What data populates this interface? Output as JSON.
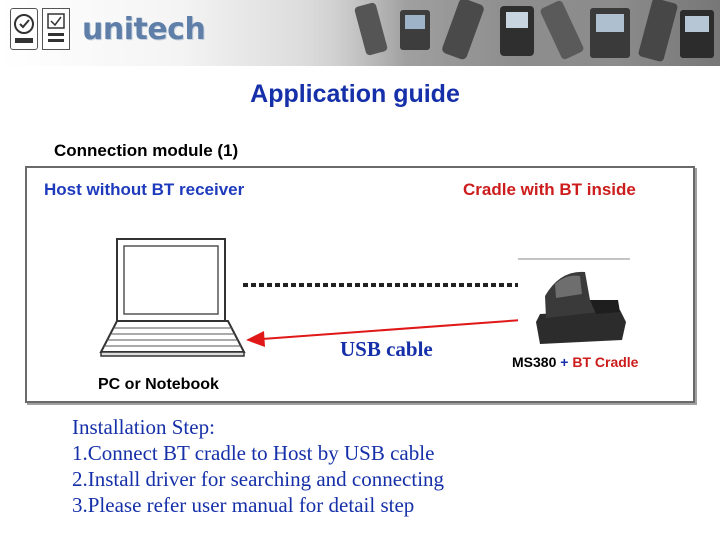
{
  "header": {
    "brand": "unitech",
    "certificate_marks": [
      "certificate-seal-icon",
      "iso-certificate-icon"
    ],
    "photo_strip": "handheld-devices-photo"
  },
  "title": "Application guide",
  "section_title": "Connection module (1)",
  "diagram": {
    "host_label": "Host without BT receiver",
    "cradle_label": "Cradle with BT inside",
    "cable_label": "USB cable",
    "device_label": {
      "model": "MS380",
      "plus": " + ",
      "cradle": "BT Cradle"
    },
    "pc_label": "PC or Notebook",
    "icons": [
      "laptop-icon",
      "scanner-in-cradle-icon"
    ]
  },
  "installation": {
    "steps": [
      "Installation Step:",
      "1.Connect BT cradle to Host by USB cable",
      "2.Install driver for searching and connecting",
      "3.Please refer user manual for detail step"
    ]
  },
  "colors": {
    "title_blue": "#1530a8",
    "host_blue": "#1f3bbd",
    "cradle_red": "#cc1c1c",
    "cable_red": "#e01818",
    "brand_blue": "#5f7fa8"
  }
}
